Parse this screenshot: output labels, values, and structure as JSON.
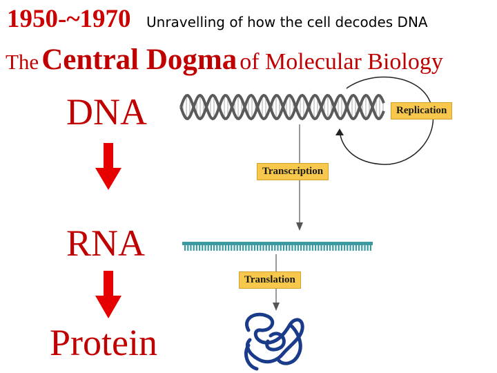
{
  "header": {
    "dates": "1950-~1970",
    "subtitle": "Unravelling of how the cell decodes DNA"
  },
  "title": {
    "the": "The",
    "central_dogma": "Central Dogma",
    "rest": "of Molecular Biology"
  },
  "flow": {
    "dna": "DNA",
    "rna": "RNA",
    "protein": "Protein"
  },
  "process_labels": {
    "replication": "Replication",
    "transcription": "Transcription",
    "translation": "Translation"
  },
  "colors": {
    "title_red": "#c00000",
    "arrow_red": "#e60000",
    "label_gold": "#f8c84c",
    "rna_teal": "#3a9aa0",
    "protein_blue": "#1a3a8a",
    "helix_gray": "#5a5a5a"
  }
}
